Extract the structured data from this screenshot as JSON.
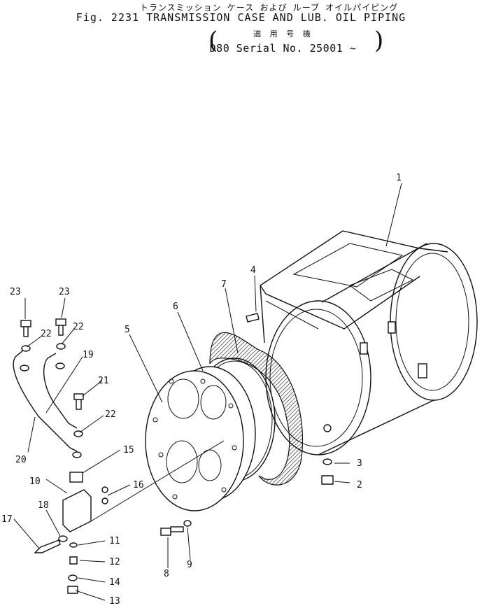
{
  "header": {
    "jp_title": "トランスミッション ケース および ルーブ オイルパイピング",
    "title": "Fig. 2231 TRANSMISSION CASE AND LUB. OIL PIPING",
    "applicability": "適 用 号 機",
    "serial": "D80 Serial No. 25001 ~"
  },
  "callouts": [
    "1",
    "2",
    "3",
    "4",
    "5",
    "6",
    "7",
    "8",
    "9",
    "10",
    "11",
    "12",
    "13",
    "14",
    "15",
    "16",
    "17",
    "18",
    "19",
    "20",
    "21",
    "22",
    "22",
    "22",
    "23",
    "23"
  ]
}
